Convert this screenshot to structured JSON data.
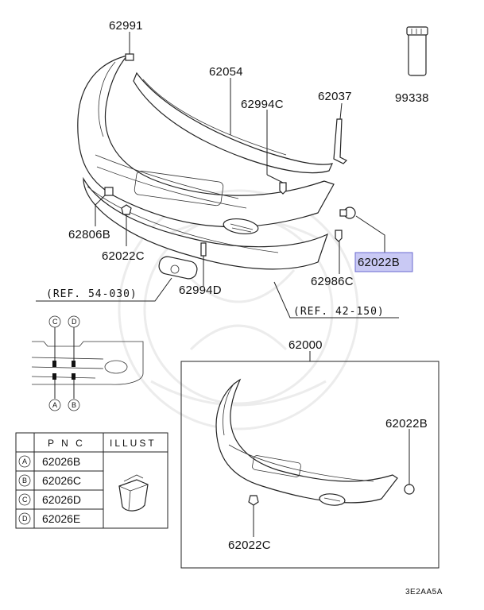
{
  "callouts": {
    "c62991": "62991",
    "c62054": "62054",
    "c62994C": "62994C",
    "c62037": "62037",
    "c99338": "99338",
    "c62806B": "62806B",
    "c62022C_top": "62022C",
    "c62994D": "62994D",
    "c62986C": "62986C",
    "c62022B_top": "62022B",
    "c62000": "62000",
    "c62022B_box": "62022B",
    "c62022C_box": "62022C"
  },
  "refs": {
    "ref1": "(REF. 54-030)",
    "ref2": "(REF. 42-150)"
  },
  "detail": {
    "A": "A",
    "B": "B",
    "C": "C",
    "D": "D"
  },
  "table": {
    "head_pnc": "P N C",
    "head_illust": "ILLUST",
    "rows": [
      {
        "key": "A",
        "pnc": "62026B"
      },
      {
        "key": "B",
        "pnc": "62026C"
      },
      {
        "key": "C",
        "pnc": "62026D"
      },
      {
        "key": "D",
        "pnc": "62026E"
      }
    ]
  },
  "code": "3E2AA5A",
  "highlight_color": "#c9c9f4"
}
